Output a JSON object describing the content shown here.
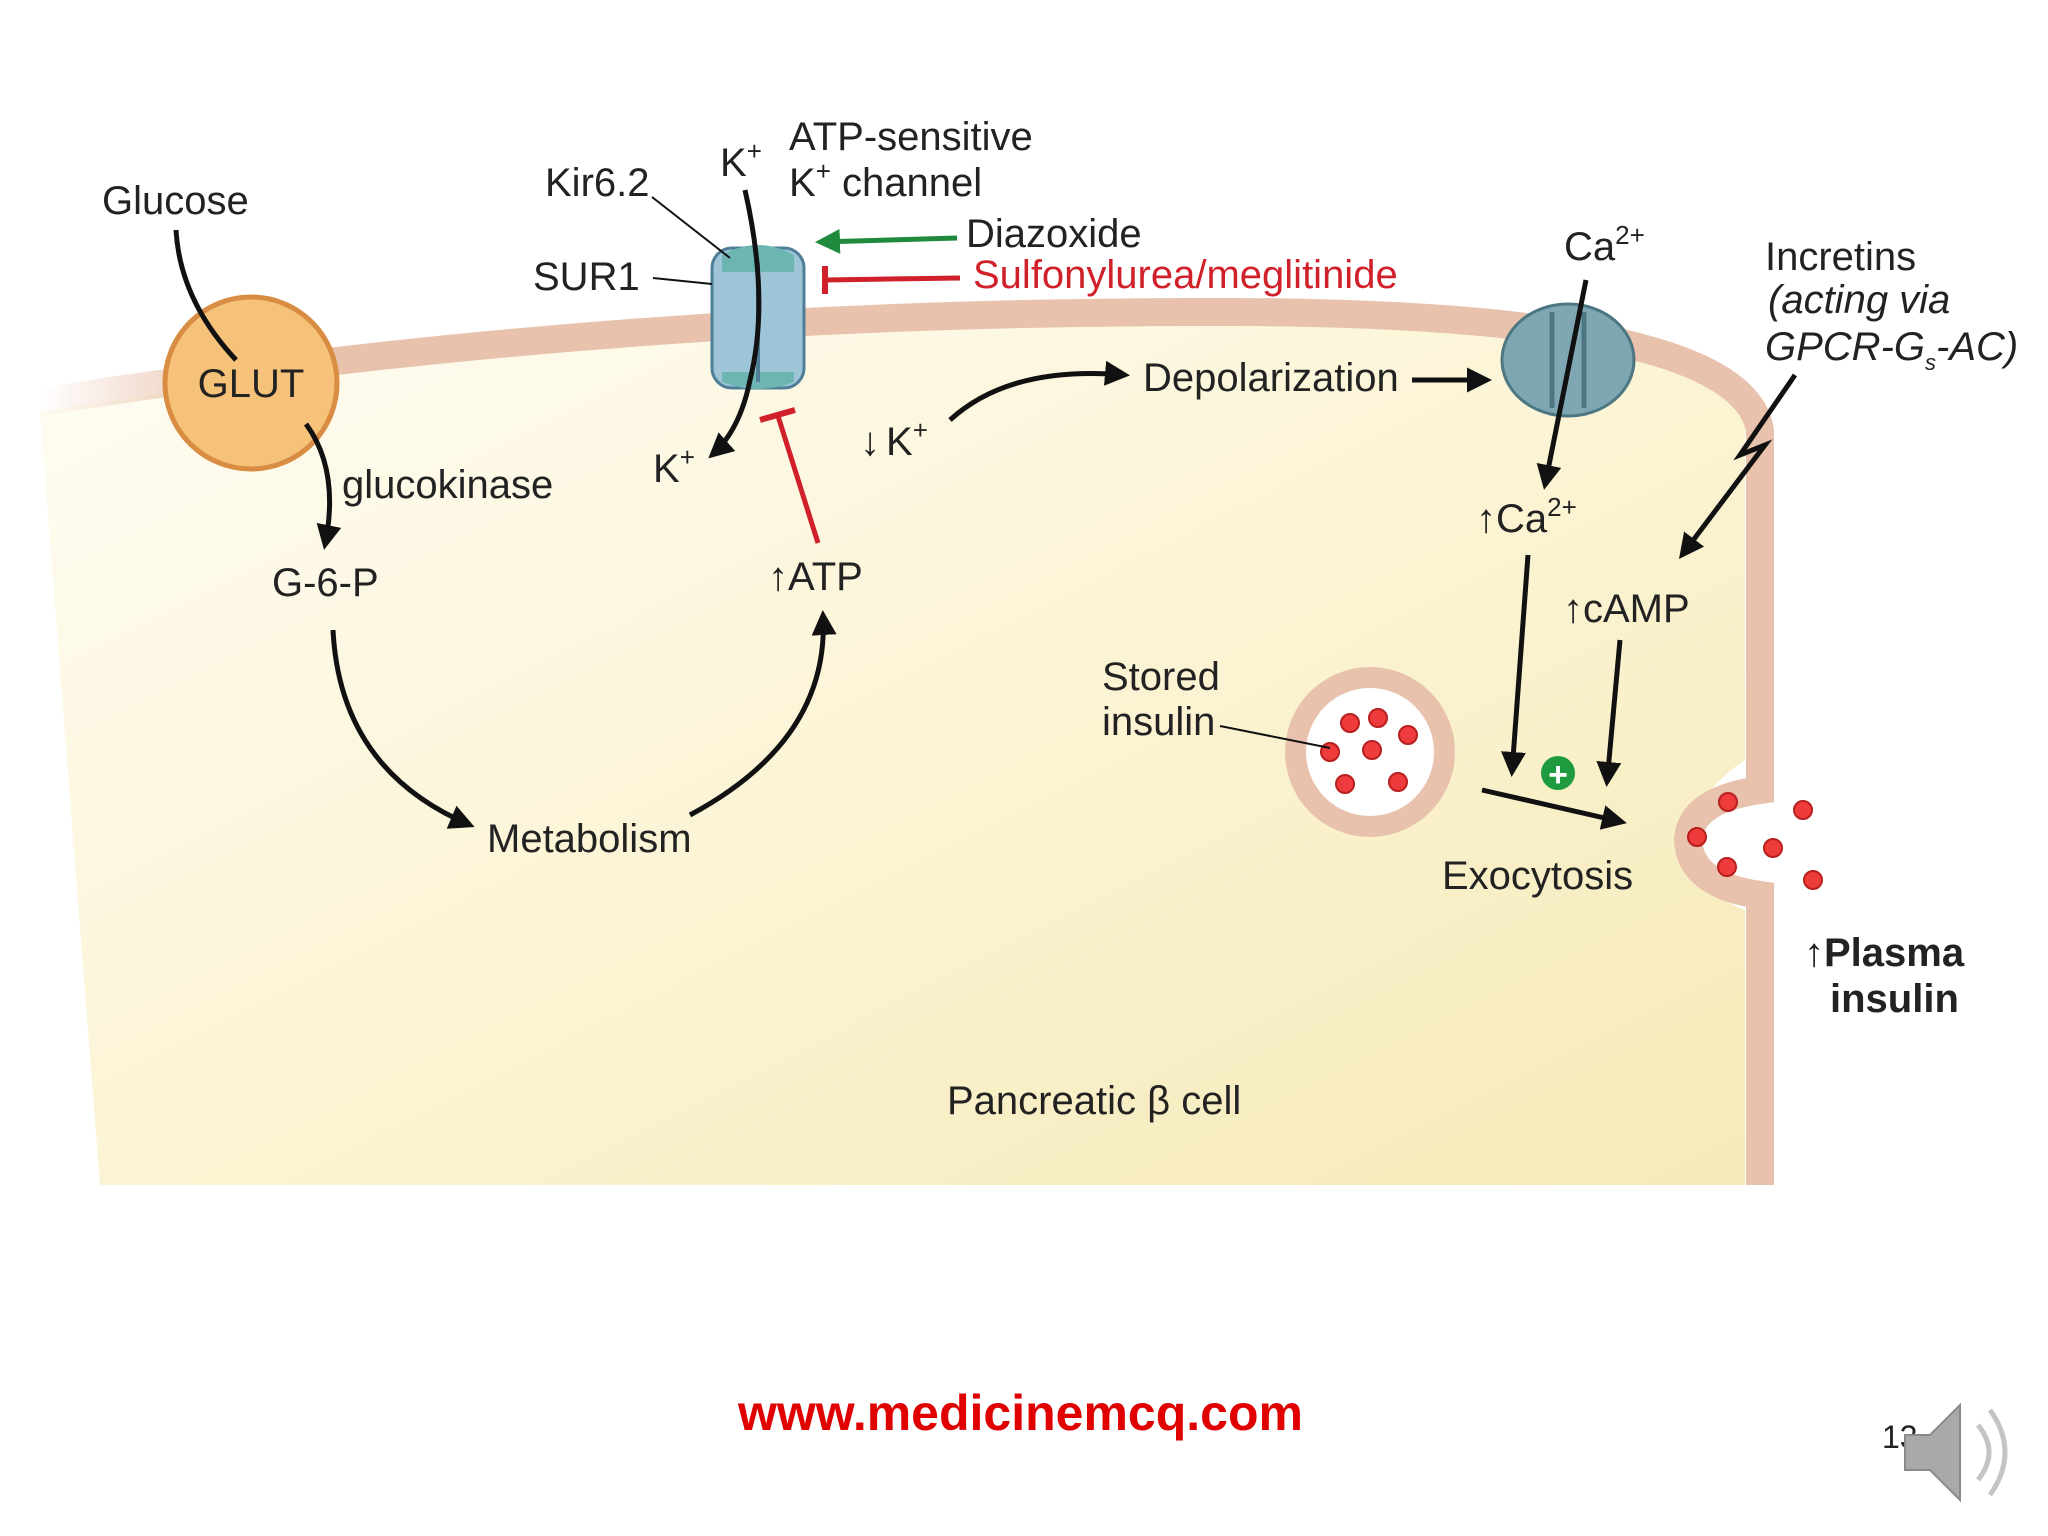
{
  "labels": {
    "glucose": "Glucose",
    "glut": "GLUT",
    "glucokinase": "glucokinase",
    "g6p": "G-6-P",
    "metabolism": "Metabolism",
    "kir": "Kir6.2",
    "sur1": "SUR1",
    "k_top": "K",
    "k_top_sup": "+",
    "channel_line1": "ATP-sensitive",
    "channel_line2_k": "K",
    "channel_line2_sup": "+",
    "channel_line2_rest": " channel",
    "diazoxide": "Diazoxide",
    "sulfonylurea": "Sulfonylurea/meglitinide",
    "k_bottom": "K",
    "k_bottom_sup": "+",
    "down_arrow": "↓",
    "k_down": "K",
    "k_down_sup": "+",
    "up_arrow": "↑",
    "atp": "ATP",
    "depolarization": "Depolarization",
    "ca_top": "Ca",
    "ca_top_sup": "2+",
    "ca_in": "Ca",
    "ca_in_sup": "2+",
    "incretins": "Incretins",
    "incretins_line2": "(acting via",
    "incretins_line3_a": "GPCR-G",
    "incretins_line3_sub": "s",
    "incretins_line3_b": "-AC)",
    "camp": "cAMP",
    "stored1": "Stored",
    "stored2": "insulin",
    "exocytosis": "Exocytosis",
    "plasma1": "Plasma",
    "plasma2": "insulin",
    "cell": "Pancreatic β cell",
    "plus": "+"
  },
  "footer": {
    "url": "www.medicinemcq.com",
    "page_number": "13"
  },
  "colors": {
    "membrane": "#e8c2ac",
    "cytoplasm": "#f8f0c8",
    "glut_fill": "#f6c27a",
    "channel": "#9ec4d8",
    "ca_channel": "#7fa7b3",
    "activator": "#1f8a3c",
    "inhibitor": "#d0202a",
    "insulin_granule": "#ee3b3b",
    "plus_badge": "#1e9b3e"
  }
}
